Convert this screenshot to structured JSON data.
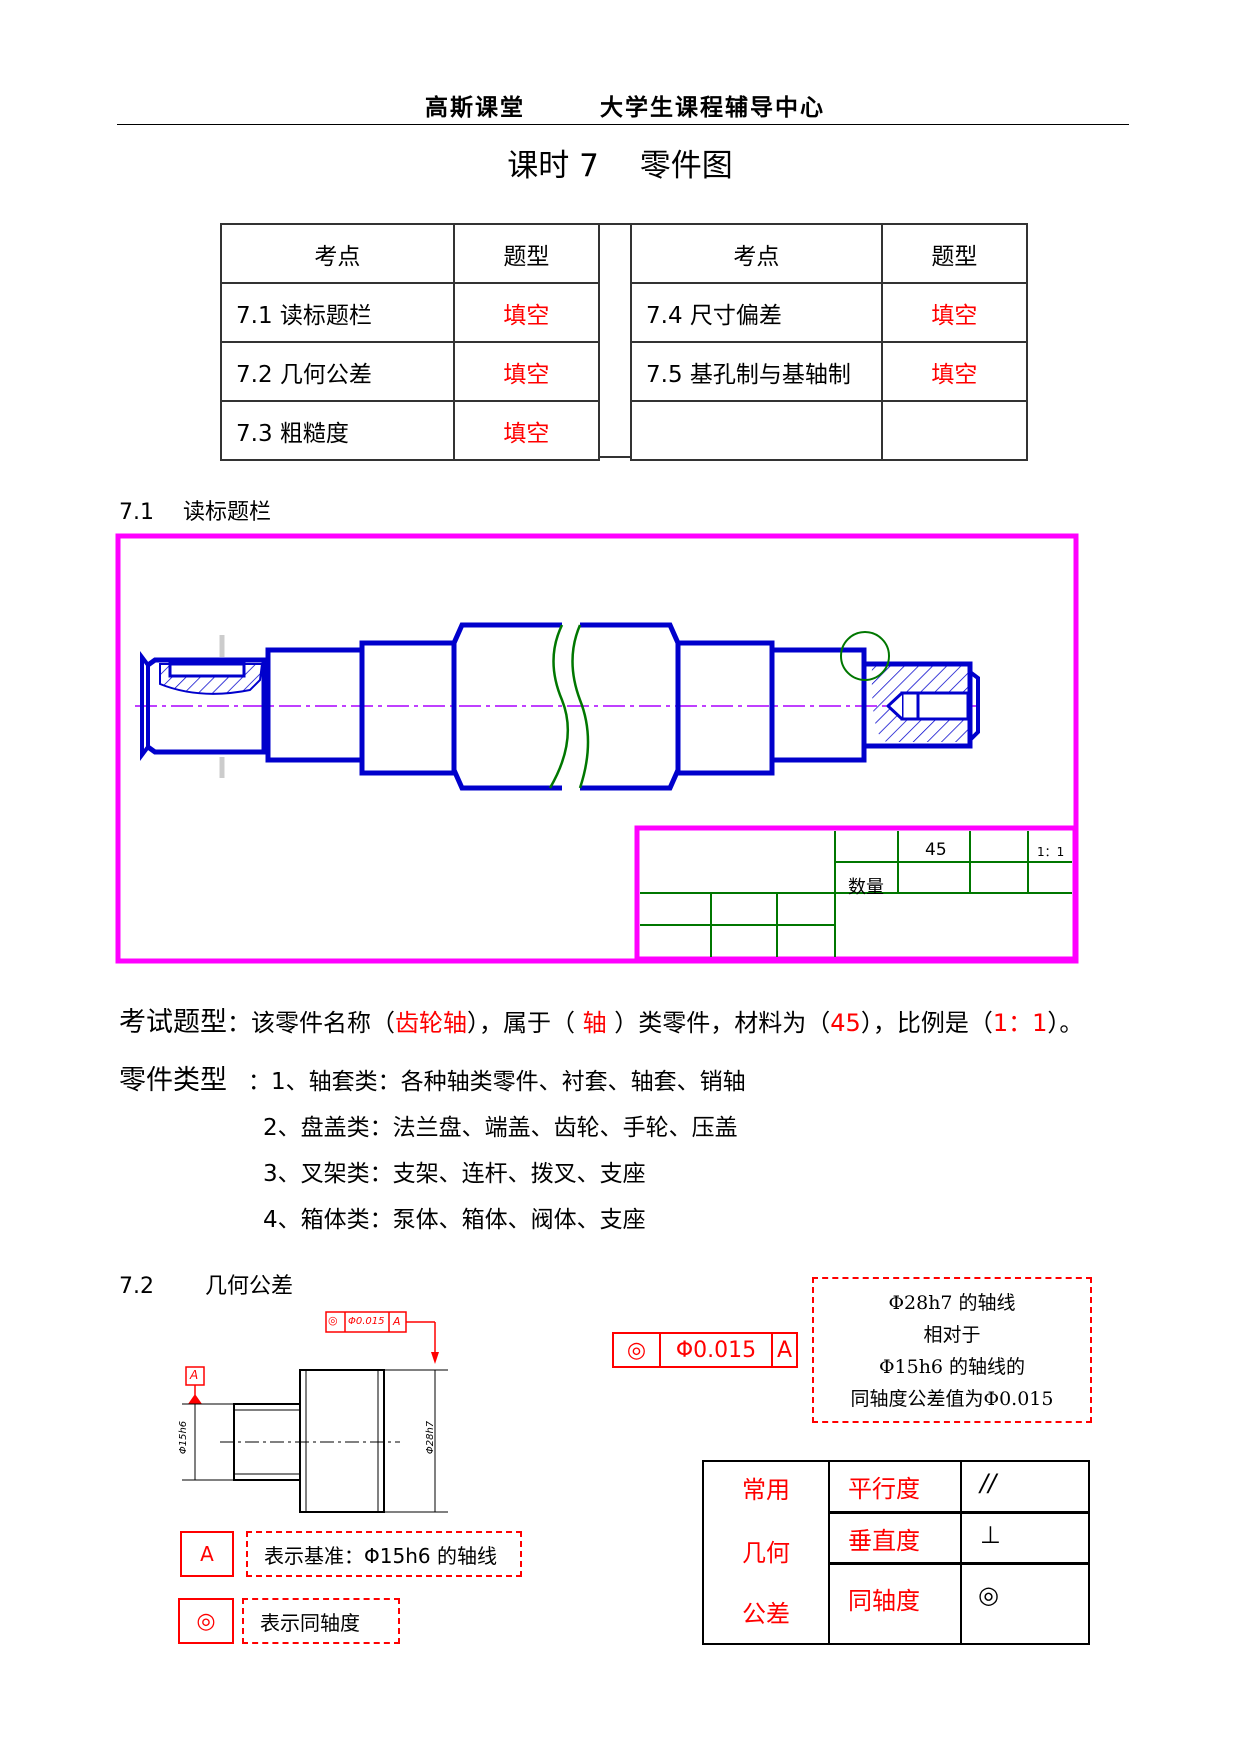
{
  "header": {
    "left": "高斯课堂",
    "right": "大学生课程辅导中心"
  },
  "page_title": "课时 7　 零件图",
  "topics_table": {
    "col_headers": [
      "考点",
      "题型",
      "考点",
      "题型"
    ],
    "left_rows": [
      {
        "topic": "7.1 读标题栏",
        "type": "填空"
      },
      {
        "topic": "7.2 几何公差",
        "type": "填空"
      },
      {
        "topic": "7.3 粗糙度",
        "type": "填空"
      }
    ],
    "right_rows": [
      {
        "topic": "7.4 尺寸偏差",
        "type": "填空"
      },
      {
        "topic": "7.5 基孔制与基轴制",
        "type": "填空"
      },
      {
        "topic": "",
        "type": ""
      }
    ]
  },
  "section_71": {
    "heading": "7.1　 读标题栏",
    "title_block": {
      "material": "45",
      "scale": "1：1",
      "quantity_label": "数量"
    }
  },
  "exam_line": {
    "prefix": "考试题型",
    "t1": "：该零件名称（",
    "name": "齿轮轴",
    "t2": "），属于（ ",
    "category": "轴",
    "t3": " ）类零件，材料为（",
    "material": "45",
    "t4": "），比例是（",
    "scale": "1：1",
    "t5": "）。"
  },
  "part_types": {
    "label": "零件类型",
    "items": [
      "：1、轴套类：各种轴类零件、衬套、轴套、销轴",
      "2、盘盖类：法兰盘、端盖、齿轮、手轮、压盖",
      "3、叉架类：支架、连杆、拨叉、支座",
      "4、箱体类：泵体、箱体、阀体、支座"
    ]
  },
  "section_72": {
    "heading": "7.2　 　几何公差",
    "drawing": {
      "fcf_sym": "◎",
      "fcf_val": "Φ0.015",
      "fcf_ref": "A",
      "datum": "A",
      "dim_left": "Φ15h6",
      "dim_right": "Φ28h7"
    },
    "fcf_large": {
      "symbol": "◎",
      "value": "Φ0.015",
      "datum": "A"
    },
    "note_box": [
      "Φ28h7 的轴线",
      "相对于",
      "Φ15h6 的轴线的",
      "同轴度公差值为Φ0.015"
    ],
    "legend": [
      {
        "symbol": "A",
        "text": "表示基准：Φ15h6 的轴线"
      },
      {
        "symbol": "◎",
        "text": "表示同轴度"
      }
    ],
    "common_table": {
      "side_labels": [
        "常用",
        "几何",
        "公差"
      ],
      "rows": [
        {
          "name": "平行度",
          "symbol": "//"
        },
        {
          "name": "垂直度",
          "symbol": "⊥"
        },
        {
          "name": "同轴度",
          "symbol": "◎"
        }
      ]
    }
  },
  "colors": {
    "accent_red": "#ff0000",
    "frame_magenta": "#ff00ff",
    "shaft_blue": "#0000cc",
    "green": "#007700"
  }
}
